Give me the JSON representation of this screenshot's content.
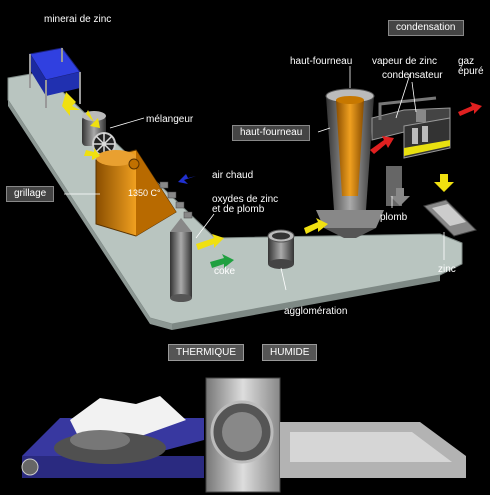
{
  "labels": {
    "minerai": "minerai de zinc",
    "melangeur": "mélangeur",
    "air_chaud": "air chaud",
    "grillage": "grillage",
    "temperature": "1350 C°",
    "oxydes_line1": "oxydes de zinc",
    "oxydes_line2": "et de plomb",
    "coke": "coke",
    "agglomeration": "agglomération",
    "haut_fourneau_top": "haut-fourneau",
    "haut_fourneau_box": "haut-fourneau",
    "vapeur": "vapeur de zinc",
    "condensateur": "condensateur",
    "gaz_line1": "gaz",
    "gaz_line2": "épuré",
    "plomb": "plomb",
    "zinc": "zinc",
    "condensation": "condensation"
  },
  "buttons": {
    "thermique": "THERMIQUE",
    "humide": "HUMIDE"
  },
  "colors": {
    "platform": "#b8c4bf",
    "furnace": "#d4860a",
    "arrow_yellow": "#f0e010",
    "arrow_red": "#e02020",
    "arrow_blue": "#2030d0",
    "arrow_green": "#20a040",
    "conveyor": "#3838a0",
    "hopper": "#3040e0"
  }
}
